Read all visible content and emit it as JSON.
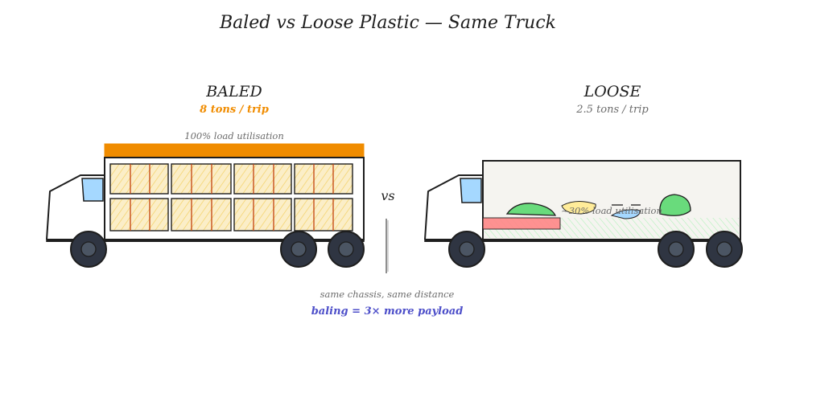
{
  "title": "Baled vs Loose Plastic — Same Truck",
  "baled": {
    "heading": "BALED",
    "rate": "8 tons / trip",
    "utilisation_label": "100% load utilisation",
    "utilisation": 1.0
  },
  "loose": {
    "heading": "LOOSE",
    "rate": "2.5 tons / trip",
    "utilisation_label": "~30% load utilisation",
    "utilisation": 0.3
  },
  "divider": {
    "vs": "vs",
    "note": "same chassis, same distance",
    "conclusion": "baling = 3× more payload"
  },
  "colors": {
    "ink": "#1e1e1e",
    "accent_orange": "#f08c00",
    "bale_fill": "#fbeec8",
    "bale_hatch": "#f2c94c",
    "strap": "#c2410c",
    "cab": "#e6e3df",
    "window": "#a5d8ff",
    "wheel": "#2f3542",
    "trailer_fill": "#f5f4f0",
    "loose_green": "#69db7c",
    "loose_blue": "#a5d8ff",
    "loose_yellow": "#ffec99",
    "loose_red": "#ff8787",
    "conclusion_blue": "#4c4ec9",
    "muted": "#6b6b6b"
  }
}
